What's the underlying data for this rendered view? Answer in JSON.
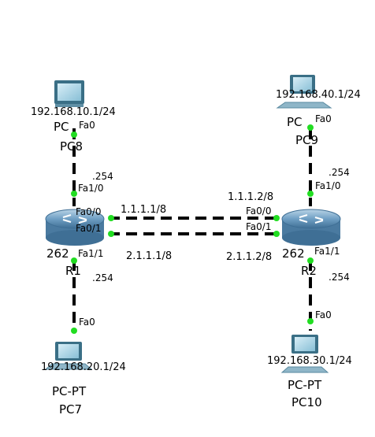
{
  "links": [
    {
      "id": "pc8-r1"
    },
    {
      "id": "pc9-r2"
    },
    {
      "id": "r1-pc7"
    },
    {
      "id": "r2-pc10"
    },
    {
      "id": "r1-r2-a"
    },
    {
      "id": "r1-r2-b"
    }
  ],
  "devices": {
    "pc8": {
      "ip": "192.168.10.1/24",
      "model": "PC",
      "name": "PC8",
      "port": "Fa0"
    },
    "pc9": {
      "ip": "192.168.40.1/24",
      "model": "PC",
      "name": "PC9",
      "port": "Fa0"
    },
    "pc7": {
      "ip": "192.168.20.1/24",
      "model": "PC-PT",
      "name": "PC7",
      "port": "Fa0"
    },
    "pc10": {
      "ip": "192.168.30.1/24",
      "model": "PC-PT",
      "name": "PC10",
      "port": "Fa0"
    },
    "r1": {
      "model": "262",
      "name": "R1",
      "fa1_0": "Fa1/0",
      "fa1_0_ip": ".254",
      "fa1_1": "Fa1/1",
      "fa1_1_ip": ".254",
      "fa0_0": "Fa0/0",
      "fa0_0_ip": "1.1.1.1/8",
      "fa0_1": "Fa0/1",
      "fa0_1_ip": "2.1.1.1/8"
    },
    "r2": {
      "model": "262",
      "name": "R2",
      "fa1_0": "Fa1/0",
      "fa1_0_ip": ".254",
      "fa1_1": "Fa1/1",
      "fa1_1_ip": ".254",
      "fa0_0": "Fa0/0",
      "fa0_0_ip": "1.1.1.2/8",
      "fa0_1": "Fa0/1",
      "fa0_1_ip": "2.1.1.2/8"
    }
  },
  "colors": {
    "link_up": "#22dd22",
    "router": "#6a9cc2",
    "pc": "#7fb7d0"
  }
}
